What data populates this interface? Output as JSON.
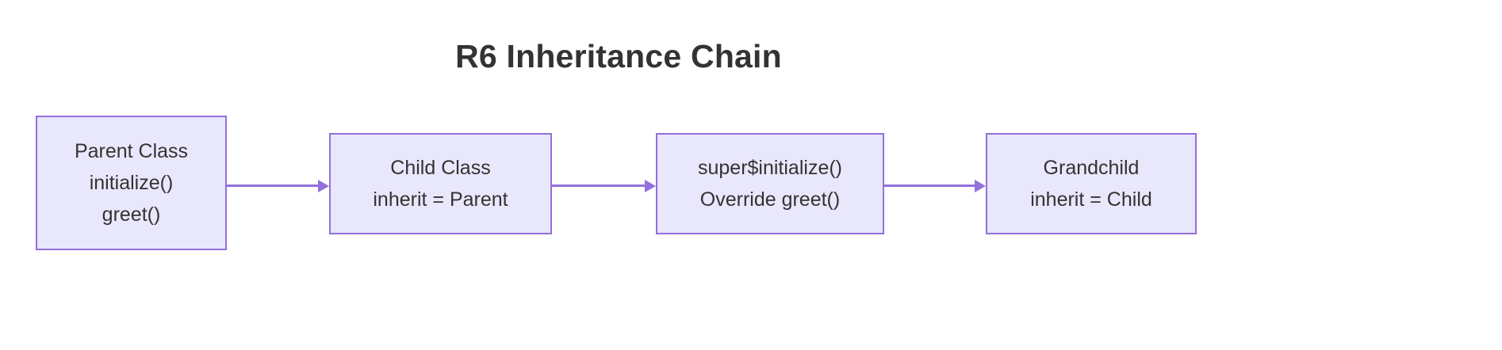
{
  "diagram": {
    "title": "R6 Inheritance Chain",
    "type": "flowchart-left-to-right",
    "colors": {
      "node_fill": "#E9E7FB",
      "node_border": "#9370DB",
      "edge": "#9370DB",
      "text": "#333333",
      "background": "#FFFFFF"
    },
    "nodes": [
      {
        "id": "parent",
        "lines": [
          "Parent Class",
          "initialize()",
          "greet()"
        ]
      },
      {
        "id": "child",
        "lines": [
          "Child Class",
          "inherit = Parent"
        ]
      },
      {
        "id": "super",
        "lines": [
          "super$initialize()",
          "Override greet()"
        ]
      },
      {
        "id": "grandchild",
        "lines": [
          "Grandchild",
          "inherit = Child"
        ]
      }
    ],
    "edges": [
      {
        "id": "edge-1",
        "from": "parent",
        "to": "child",
        "label": ""
      },
      {
        "id": "edge-2",
        "from": "child",
        "to": "super",
        "label": ""
      },
      {
        "id": "edge-3",
        "from": "super",
        "to": "grandchild",
        "label": ""
      }
    ]
  }
}
